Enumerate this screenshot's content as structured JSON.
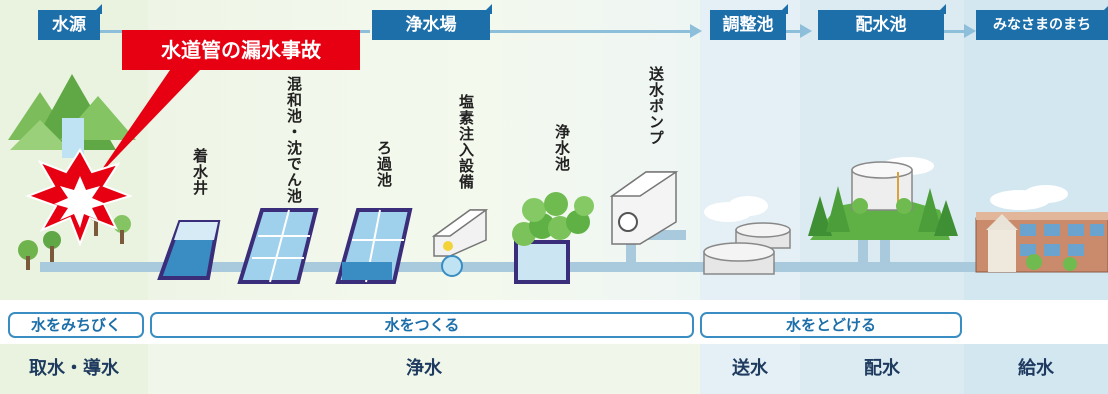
{
  "stages": {
    "source": "水源",
    "purification": "浄水場",
    "adjustment": "調整池",
    "distribution": "配水池",
    "town": "みなさまのまち"
  },
  "callout": "水道管の漏水事故",
  "facilities": {
    "receiving_well": "着水井",
    "mixing_settling": "混和池・沈でん池",
    "filtration": "ろ過池",
    "chlorine": "塩素注入設備",
    "clear_water": "浄水池",
    "pump": "送水ポンプ"
  },
  "brackets": {
    "lead": "水をみちびく",
    "make": "水をつくる",
    "deliver": "水をとどける"
  },
  "process": {
    "intake": "取水・導水",
    "purify": "浄水",
    "transmit": "送水",
    "distribute": "配水",
    "supply": "給水"
  },
  "colors": {
    "stage_label": "#1d6faa",
    "pipe": "#a9c9dc",
    "callout": "#e60012",
    "tank_outline": "#3a2d7a",
    "water": "#3a8dc2"
  }
}
